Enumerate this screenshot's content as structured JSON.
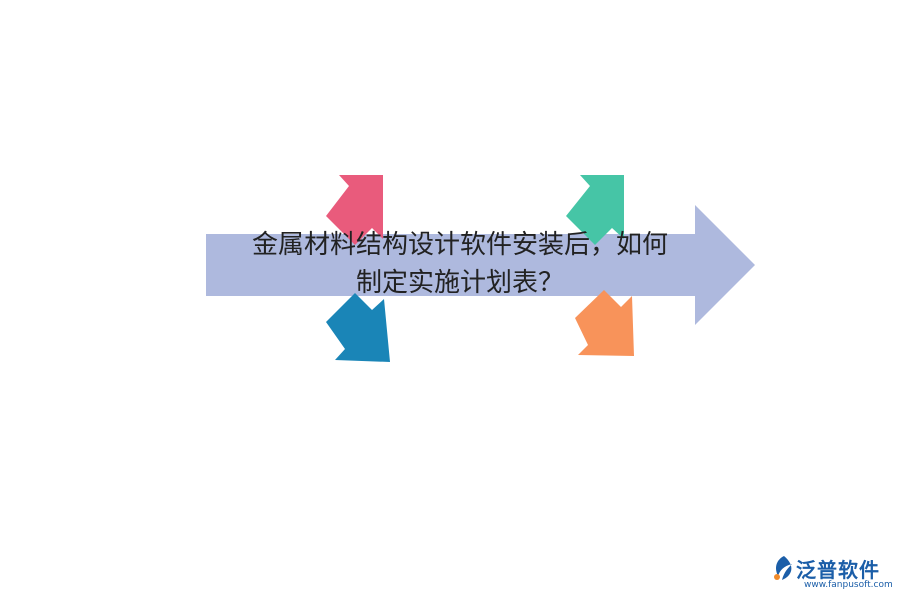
{
  "diagram": {
    "title_line1": "金属材料结构设计软件安装后，如何",
    "title_line2": "制定实施计划表？",
    "colors": {
      "main_arrow": "#aeb9de",
      "arrow_top_left": "#e95b7c",
      "arrow_top_right": "#46c5a6",
      "arrow_bottom_left": "#1a85b7",
      "arrow_bottom_right": "#f8935a"
    }
  },
  "logo": {
    "name": "泛普软件",
    "url": "www.fanpusoft.com",
    "icon": "fanpu-logo-icon",
    "color": "#1b5ea8"
  }
}
